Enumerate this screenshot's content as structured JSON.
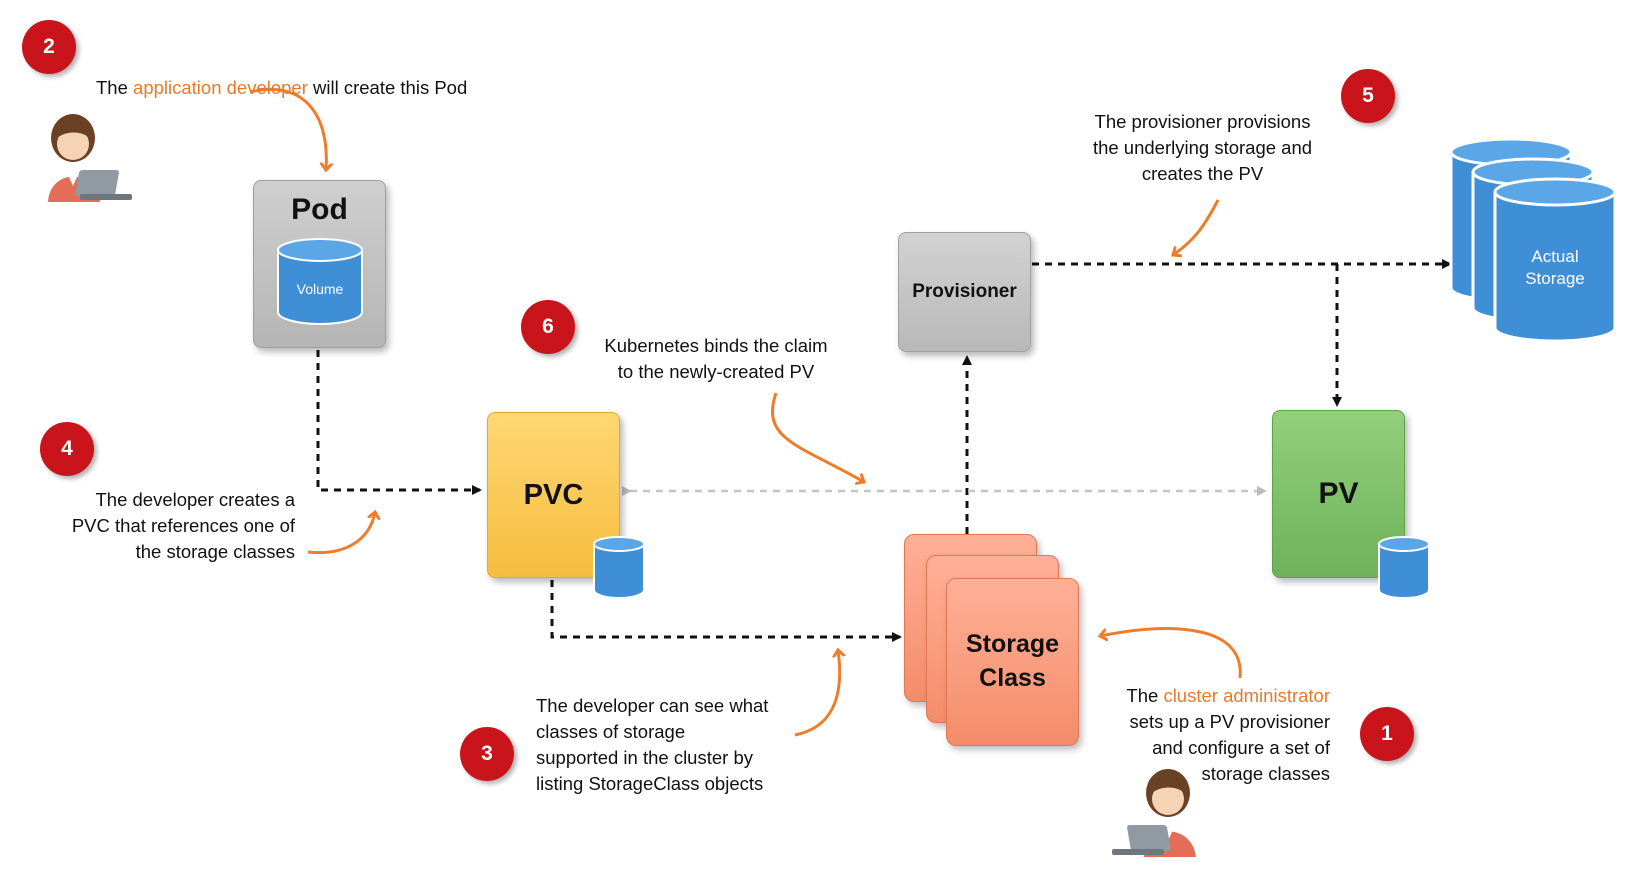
{
  "boxes": {
    "pod": "Pod",
    "volume": "Volume",
    "pvc": "PVC",
    "pv": "PV",
    "provisioner": "Provisioner",
    "storage_class_line1": "Storage",
    "storage_class_line2": "Class",
    "actual_storage_line1": "Actual",
    "actual_storage_line2": "Storage"
  },
  "steps": [
    {
      "number": "1"
    },
    {
      "number": "2"
    },
    {
      "number": "3"
    },
    {
      "number": "4"
    },
    {
      "number": "5"
    },
    {
      "number": "6"
    }
  ],
  "notes": {
    "step2": {
      "pre": "The ",
      "highlight": "application developer",
      "post": " will create this Pod"
    },
    "step4": [
      "The developer creates a",
      "PVC that references one of",
      "the storage classes"
    ],
    "step3": [
      "The developer can see what",
      "classes of storage",
      "supported in the cluster by",
      "listing StorageClass objects"
    ],
    "step6": [
      "Kubernetes binds the claim",
      "to the newly-created PV"
    ],
    "step5": [
      "The provisioner provisions",
      "the underlying storage and",
      "creates the PV"
    ],
    "step1": {
      "pre": "The ",
      "highlight": "cluster administrator",
      "post_lines": [
        "sets up a PV provisioner",
        "and configure a set of",
        "storage classes"
      ]
    }
  },
  "colors": {
    "badge": "#c8141a",
    "highlight": "#e87a2a",
    "arrow": "#ee7d2b",
    "cylinder": "#3f8fd6",
    "pod": "#c4c4c4",
    "pvc": "#f8c44e",
    "pv": "#7cc066",
    "storage_class": "#f89a7a"
  },
  "icons": [
    "developer-avatar-icon",
    "administrator-avatar-icon",
    "volume-cylinder-icon",
    "actual-storage-cylinder-icon"
  ]
}
